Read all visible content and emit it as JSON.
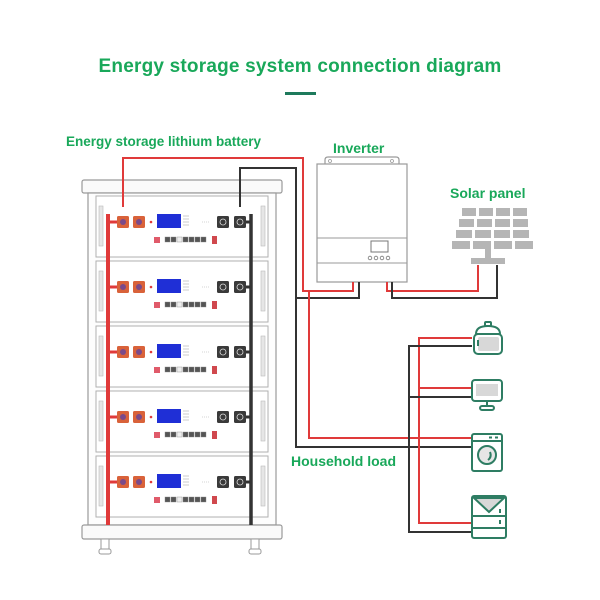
{
  "title": "Energy storage system connection diagram",
  "labels": {
    "battery": "Energy storage lithium battery",
    "inverter": "Inverter",
    "solar": "Solar panel",
    "load": "Household load"
  },
  "battery_rack": {
    "module_count": 5
  },
  "household_load": {
    "appliances": [
      "rice-cooker",
      "computer-monitor",
      "washing-machine",
      "refrigerator"
    ]
  },
  "colors": {
    "accent": "#19a85a",
    "positive_wire": "#e03a3a",
    "negative_wire": "#333333",
    "appliance_stroke": "#2e7d63",
    "lcd": "#1f2fd6",
    "terminal": "#d9623a",
    "panel_grey": "#b5b5b5"
  }
}
